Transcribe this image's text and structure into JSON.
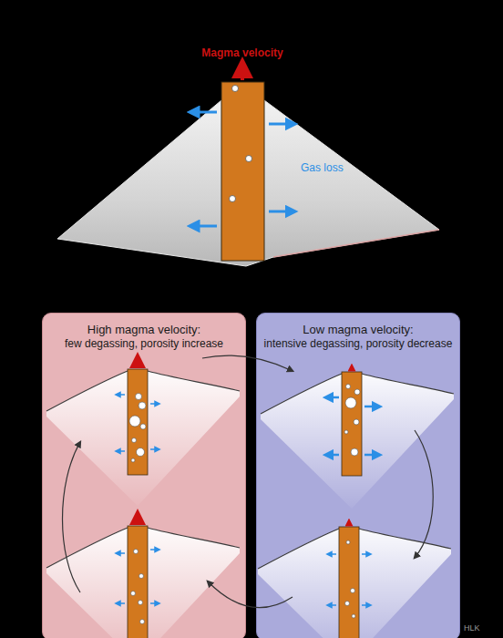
{
  "diagram": {
    "nodes": [
      {
        "text": [
          "High magma velocity:",
          "few degassing, porosity increase"
        ]
      },
      {
        "text": [
          "Low magma velocity:",
          "intensive degassing, porosity decrease"
        ]
      }
    ],
    "edges": [
      {
        "from": 0,
        "to": 1,
        "arrow": "to"
      },
      {
        "from": 1,
        "to": 0,
        "arrow": "to"
      }
    ],
    "labels": [
      "Magma velocity",
      "Gas loss",
      "HLK"
    ]
  }
}
